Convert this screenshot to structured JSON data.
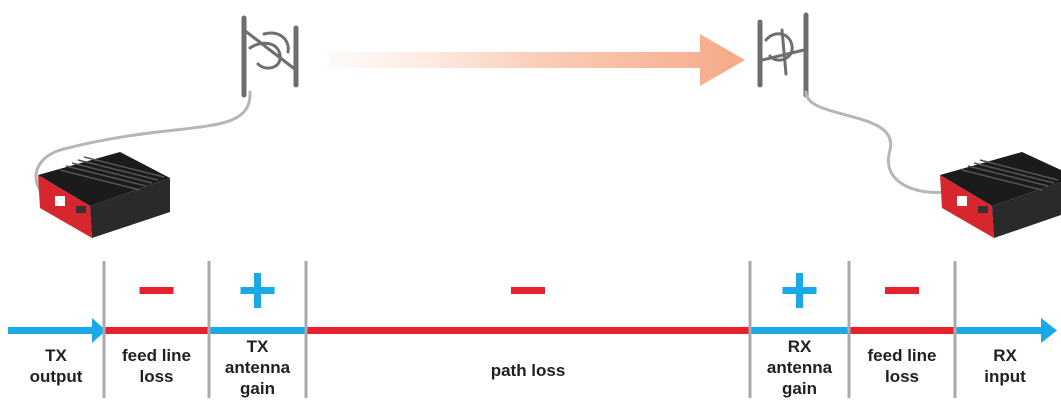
{
  "colors": {
    "loss": "#e8202a",
    "gain": "#1ba8e6",
    "divider": "#a7a9ac",
    "signal_arrow": "#f5a27e",
    "text": "#231f20"
  },
  "segments": [
    {
      "id": "tx-output",
      "lines": [
        "TX",
        "output"
      ],
      "sign": "",
      "bar": "gain"
    },
    {
      "id": "tx-feed-line",
      "lines": [
        "feed line",
        "loss"
      ],
      "sign": "−",
      "bar": "loss"
    },
    {
      "id": "tx-antenna-gain",
      "lines": [
        "TX",
        "antenna",
        "gain"
      ],
      "sign": "+",
      "bar": "gain"
    },
    {
      "id": "path-loss",
      "lines": [
        "path loss"
      ],
      "sign": "−",
      "bar": "loss"
    },
    {
      "id": "rx-antenna-gain",
      "lines": [
        "RX",
        "antenna",
        "gain"
      ],
      "sign": "+",
      "bar": "gain"
    },
    {
      "id": "rx-feed-line",
      "lines": [
        "feed line",
        "loss"
      ],
      "sign": "−",
      "bar": "loss"
    },
    {
      "id": "rx-input",
      "lines": [
        "RX",
        "input"
      ],
      "sign": "",
      "bar": "gain"
    }
  ],
  "icons": {
    "tx_radio": "radio-modem-icon",
    "rx_radio": "radio-modem-icon",
    "tx_antenna": "yagi-antenna-icon",
    "rx_antenna": "yagi-antenna-icon",
    "signal": "signal-arrow-icon"
  }
}
